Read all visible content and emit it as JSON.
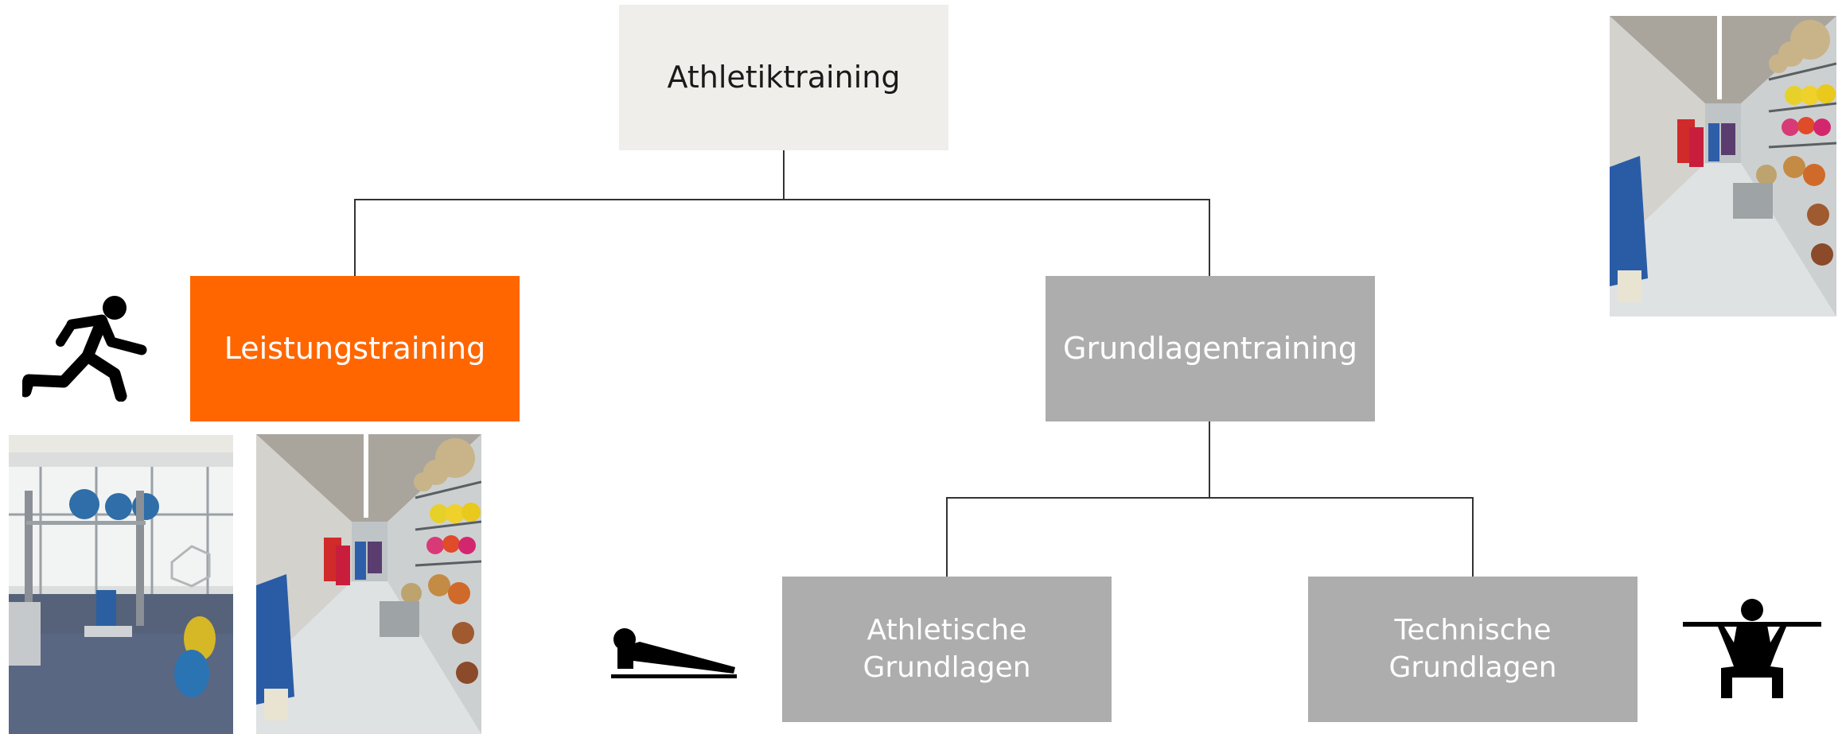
{
  "diagram": {
    "root": {
      "label": "Athletiktraining"
    },
    "performance": {
      "label": "Leistungstraining"
    },
    "basic": {
      "label": "Grundlagentraining"
    },
    "athletic_basics": {
      "label_line1": "Athletische",
      "label_line2": "Grundlagen"
    },
    "technical_basics": {
      "label_line1": "Technische",
      "label_line2": "Grundlagen"
    }
  },
  "colors": {
    "root_fill": "#f0eeeb",
    "performance_fill": "#ff6600",
    "basic_fill": "#adadad",
    "connector": "#333333"
  },
  "icons": {
    "runner": "running-person-icon",
    "plank": "plank-exercise-icon",
    "squat": "barbell-squat-icon"
  }
}
